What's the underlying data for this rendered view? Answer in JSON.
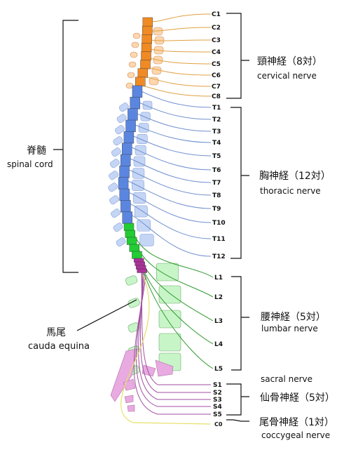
{
  "colors": {
    "cervical": "#f08a24",
    "cervical_bone": "#ffd6ad",
    "cervical_nerve": "#e0a040",
    "thoracic": "#5b86e0",
    "thoracic_bone": "#c5d5f5",
    "thoracic_nerve": "#6f8fcf",
    "lumbar": "#22cc33",
    "lumbar_bone": "#c8f5c8",
    "lumbar_nerve": "#2f9a2f",
    "sacral": "#aa3399",
    "sacral_bone": "#e8aae0",
    "sacral_nerve": "#a04ea0",
    "coccygeal": "#e6e066",
    "bracket": "#111111"
  },
  "cervical_labels": [
    "C1",
    "C2",
    "C3",
    "C4",
    "C5",
    "C6",
    "C7",
    "C8"
  ],
  "thoracic_labels": [
    "T1",
    "T2",
    "T3",
    "T4",
    "T5",
    "T6",
    "T7",
    "T8",
    "T9",
    "T10",
    "T11",
    "T12"
  ],
  "lumbar_labels": [
    "L1",
    "L2",
    "L3",
    "L4",
    "L5"
  ],
  "sacral_labels": [
    "S1",
    "S2",
    "S3",
    "S4",
    "S5"
  ],
  "coccygeal_label": "C0",
  "groups": {
    "spinal_cord": {
      "jp": "脊髄",
      "en": "spinal cord"
    },
    "cervical": {
      "jp": "頸神経（8対）",
      "en": "cervical nerve"
    },
    "thoracic": {
      "jp": "胸神経（12対）",
      "en": "thoracic nerve"
    },
    "lumbar": {
      "jp": "腰神経（5対）",
      "en": "lumbar nerve"
    },
    "sacral": {
      "jp": "仙骨神経（5対）",
      "en": "sacral nerve"
    },
    "coccygeal": {
      "jp": "尾骨神経（1対）",
      "en": "coccygeal nerve"
    },
    "cauda": {
      "jp": "馬尾",
      "en": "cauda equina"
    }
  }
}
